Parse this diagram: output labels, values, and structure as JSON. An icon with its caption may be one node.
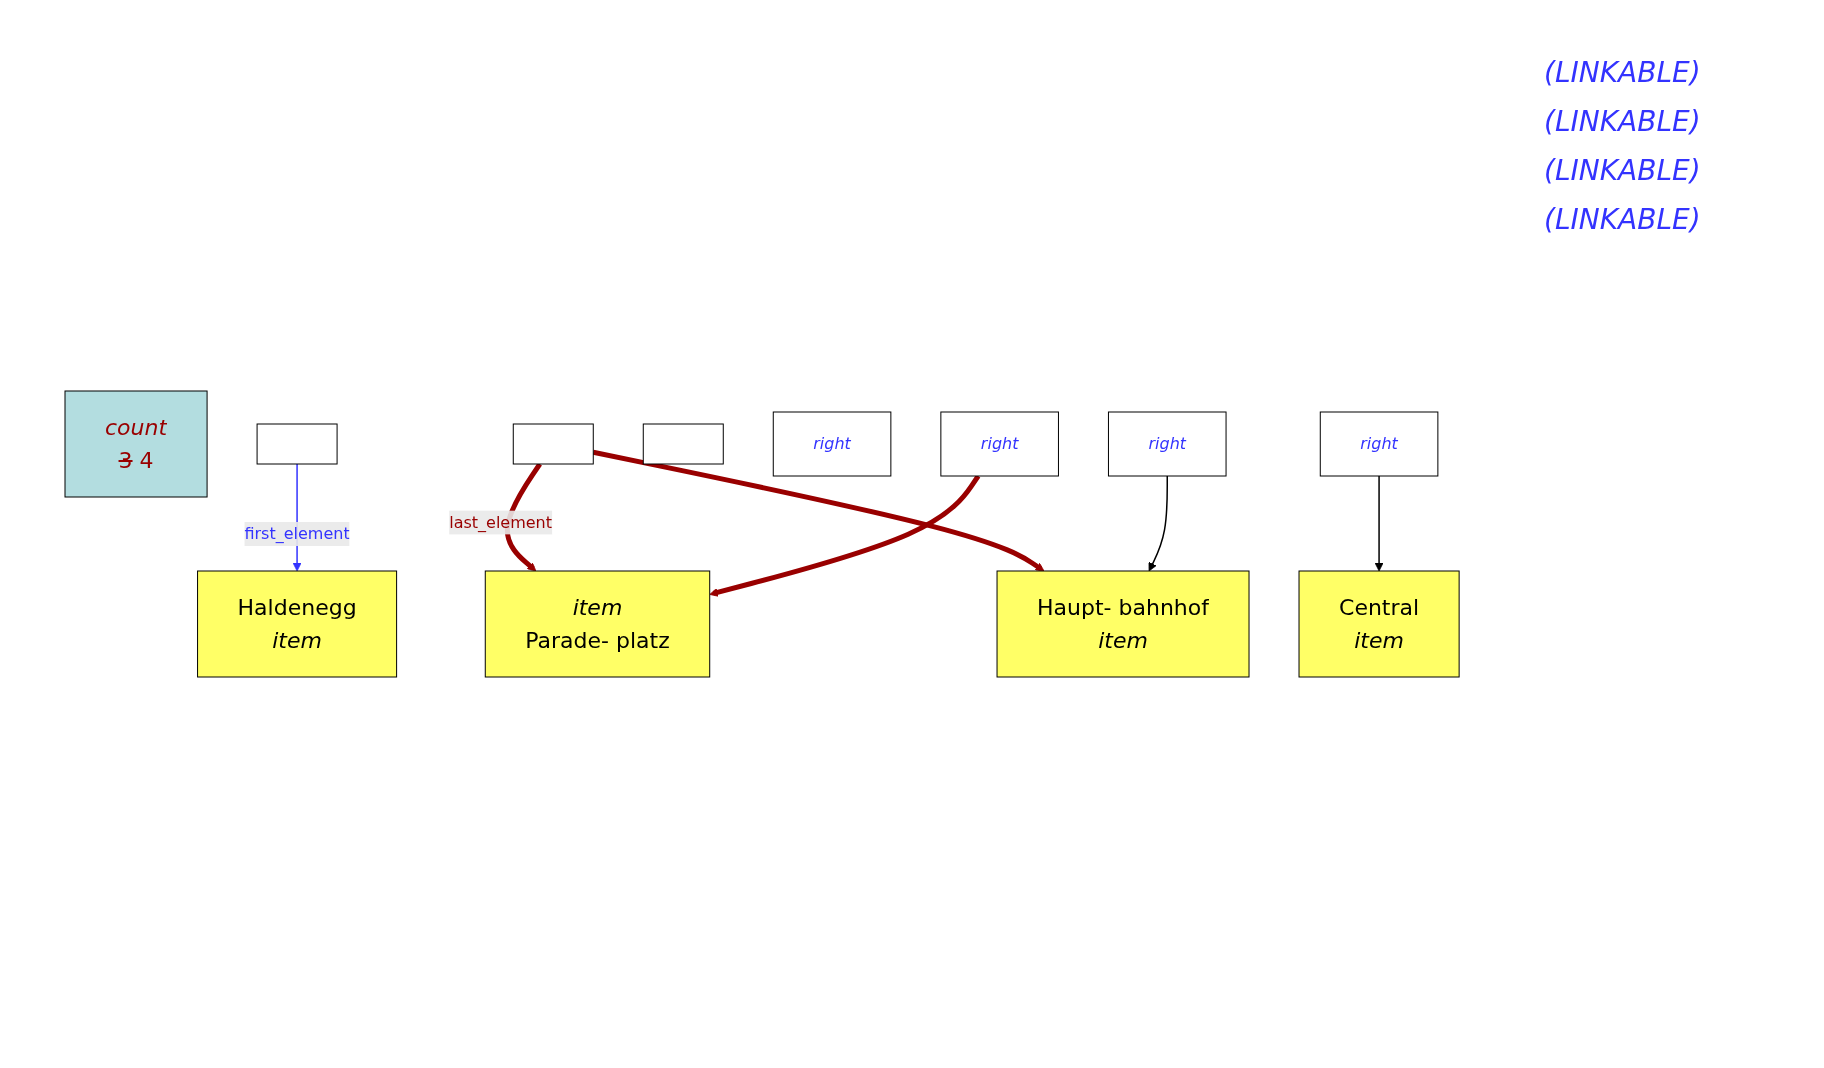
{
  "diagram": {
    "nodes": [
      {
        "text": [
          "count",
          "3",
          "4"
        ]
      },
      {
        "text": [],
        "shape": "box"
      },
      {
        "text": [],
        "shape": "box"
      },
      {
        "text": [],
        "shape": "box"
      },
      {
        "text": [
          "item",
          "Parade- platz"
        ]
      },
      {
        "text": [
          "right"
        ]
      },
      {
        "text": [
          "Haldenegg",
          "item"
        ]
      },
      {
        "text": [
          "right"
        ]
      },
      {
        "text": [
          "Central",
          "item"
        ]
      },
      {
        "text": [
          "right"
        ]
      },
      {
        "text": [
          "Haupt- bahnhof",
          "item"
        ]
      },
      {
        "text": [
          "right"
        ]
      }
    ],
    "edges": [
      {
        "from": 1,
        "to": 6,
        "arrow": "to",
        "label": "first_element",
        "color": "#3333ff"
      },
      {
        "from": 2,
        "to": 4,
        "arrow": "to",
        "label": "last_element",
        "style": "thick",
        "color": "#990000"
      },
      {
        "from": 2,
        "to": 10,
        "arrow": "to",
        "style": "thick",
        "color": "#990000"
      },
      {
        "from": 7,
        "to": 8,
        "arrow": "to",
        "color": "#000000"
      },
      {
        "from": 9,
        "to": 10,
        "arrow": "to",
        "color": "#000000"
      },
      {
        "from": 11,
        "to": 4,
        "arrow": "to",
        "style": "thick",
        "color": "#990000"
      }
    ],
    "labels": [
      "(LINKABLE)",
      "(LINKABLE)",
      "(LINKABLE)",
      "(LINKABLE)"
    ]
  }
}
